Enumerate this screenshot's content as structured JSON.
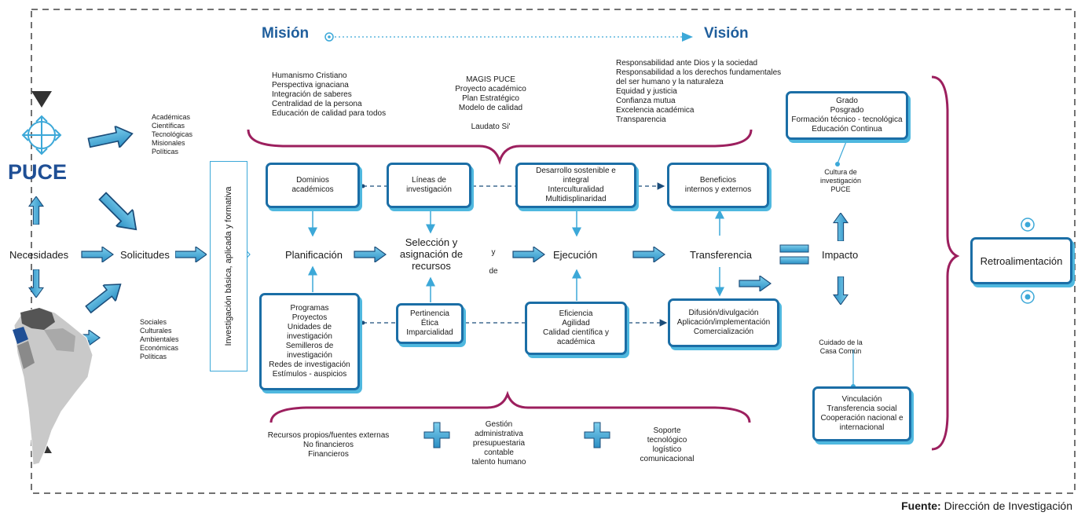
{
  "header": {
    "mision": "Misión",
    "vision": "Visión"
  },
  "values": {
    "left": "Humanismo Cristiano\nPerspectiva ignaciana\nIntegración de saberes\nCentralidad de la persona\nEducación de calidad para todos",
    "center": "MAGIS PUCE\nProyecto académico\nPlan Estratégico\nModelo de calidad\n\nLaudato Si'",
    "right": "Responsabilidad ante Dios y la sociedad\nResponsabilidad a los derechos fundamentales\ndel ser humano y la naturaleza\nEquidad y justicia\nConfianza mutua\nExcelencia académica\nTransparencia"
  },
  "logo": {
    "text": "PUCE"
  },
  "left_lists": {
    "top": "Académicas\nCientíficas\nTecnológicas\nMisionales\nPolíticas",
    "bottom": "Sociales\nCulturales\nAmbientales\nEconómicas\nPolíticas"
  },
  "flow": {
    "necesidades": "Necesidades",
    "solicitudes": "Solicitudes",
    "vertical_label": "Investigación básica, aplicada y formativa",
    "planificacion": "Planificación",
    "seleccion": "Selección y\nasignación de\nrecursos",
    "y_de": "y\n\nde",
    "ejecucion": "Ejecución",
    "transferencia": "Transferencia",
    "impacto": "Impacto",
    "retroalimentacion": "Retroalimentación"
  },
  "top_boxes": {
    "dominios": "Dominios\nacadémicos",
    "lineas": "Líneas de\ninvestigación",
    "desarrollo": "Desarrollo sostenible e\nintegral\nInterculturalidad\nMultidisplinaridad",
    "beneficios": "Beneficios\ninternos y externos"
  },
  "bottom_boxes": {
    "programas": "Programas\nProyectos\nUnidades de\ninvestigación\nSemilleros de\ninvestigación\nRedes de investigación\nEstímulos - auspicios",
    "pertinencia": "Pertinencia\nÉtica\nImparcialidad",
    "eficiencia": "Eficiencia\nAgilidad\nCalidad científica y\nacadémica",
    "difusion": "Difusión/divulgación\nAplicación/implementación\nComercialización"
  },
  "right_col": {
    "grado": "Grado\nPosgrado\nFormación técnico - tecnológica\nEducación Continua",
    "cultura": "Cultura de\ninvestigación\nPUCE",
    "cuidado": "Cuidado de la\nCasa Común",
    "vinculacion": "Vinculación\nTransferencia social\nCooperación nacional e\ninternacional"
  },
  "resources": {
    "r1": "Recursos propios/fuentes externas\nNo financieros\nFinancieros",
    "r2": "Gestión\nadministrativa\npresupuestaria\ncontable\ntalento humano",
    "r3": "Soporte\ntecnológico\nlogístico\ncomunicacional"
  },
  "footer": {
    "fuente_label": "Fuente:",
    "fuente_value": " Dirección de Investigación"
  },
  "colors": {
    "blue_dark": "#1b6ea6",
    "blue_light": "#4fb8df",
    "brace": "#9c1f5e",
    "title": "#1f5e9c"
  }
}
